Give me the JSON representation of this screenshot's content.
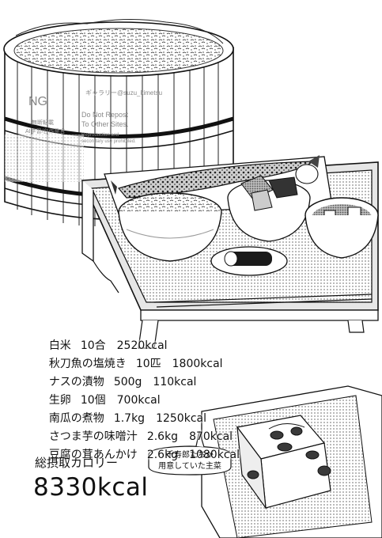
{
  "menu": [
    {
      "name": "白米",
      "qty": "10合",
      "kcal": "2520kcal"
    },
    {
      "name": "秋刀魚の塩焼き",
      "qty": "10匹",
      "kcal": "1800kcal"
    },
    {
      "name": "ナスの漬物",
      "qty": "500g",
      "kcal": "110kcal"
    },
    {
      "name": "生卵",
      "qty": "10個",
      "kcal": "700kcal"
    },
    {
      "name": "南瓜の煮物",
      "qty": "1.7kg",
      "kcal": "1250kcal"
    },
    {
      "name": "さつま芋の味噌汁",
      "qty": "2.6kg",
      "kcal": "870kcal"
    },
    {
      "name": "豆腐の茸あんかけ",
      "qty": "2.6kg",
      "kcal": "1080kcal"
    }
  ],
  "total": {
    "label": "総摂取カロリー",
    "value": "8330kcal"
  },
  "bubble": {
    "line1": "千寿郎たちが",
    "line2": "用意していた主菜"
  },
  "watermark": {
    "ng": "NG",
    "handle": "ギャラリー@suzu_kimetsu",
    "no_repost_jp": "無断転載",
    "ai_ban_jp": "AI学習/自作発言",
    "no_repost_en_1": "Do Not Repost",
    "no_repost_en_2": "To Other Sites.",
    "repro_1": "Reproduction and",
    "repro_2": "secondary use prohibited."
  },
  "colors": {
    "ink": "#111111",
    "paper": "#ffffff",
    "tone": "#d8d8d8",
    "tone_dark": "#9a9a9a"
  }
}
